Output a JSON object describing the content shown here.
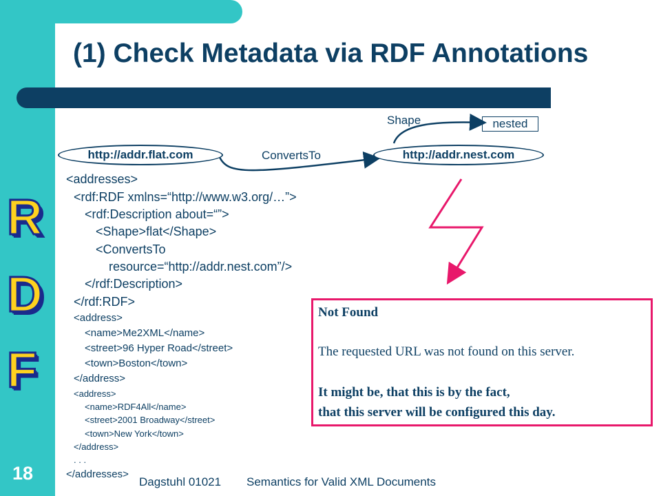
{
  "slide": {
    "title": "(1) Check Metadata via RDF Annotations",
    "page_number": "18",
    "footer_left": "Dagstuhl 01021",
    "footer_right": "Semantics for Valid XML Documents",
    "side_letters": [
      "R",
      "D",
      "F"
    ]
  },
  "diagram": {
    "node_flat": "http://addr.flat.com",
    "node_nest": "http://addr.nest.com",
    "edge_converts": "ConvertsTo",
    "edge_shape": "Shape",
    "nested_value": "nested"
  },
  "code": {
    "lines": [
      "<addresses>",
      "<rdf:RDF xmlns=“http://www.w3.org/…”>",
      "<rdf:Description about=“”>",
      "<Shape>flat</Shape>",
      "<ConvertsTo",
      "resource=“http://addr.nest.com”/>",
      "</rdf:Description>",
      "</rdf:RDF>",
      "<address>",
      "<name>Me2XML</name>",
      "<street>96 Hyper Road</street>",
      "<town>Boston</town>",
      "</address>",
      "<address>",
      "<name>RDF4All</name>",
      "<street>2001 Broadway</street>",
      "<town>New York</town>",
      "</address>",
      ". . .",
      "</addresses>"
    ]
  },
  "error_box": {
    "heading": "Not Found",
    "message": "The requested URL was not found on this server.",
    "note_line1": "It might be, that this is by the fact,",
    "note_line2": "that this server will be configured this day."
  },
  "colors": {
    "accent_cyan": "#33c6c6",
    "navy": "#0d3f63",
    "error_magenta": "#e8186b",
    "letter_yellow": "#ffd21f"
  }
}
